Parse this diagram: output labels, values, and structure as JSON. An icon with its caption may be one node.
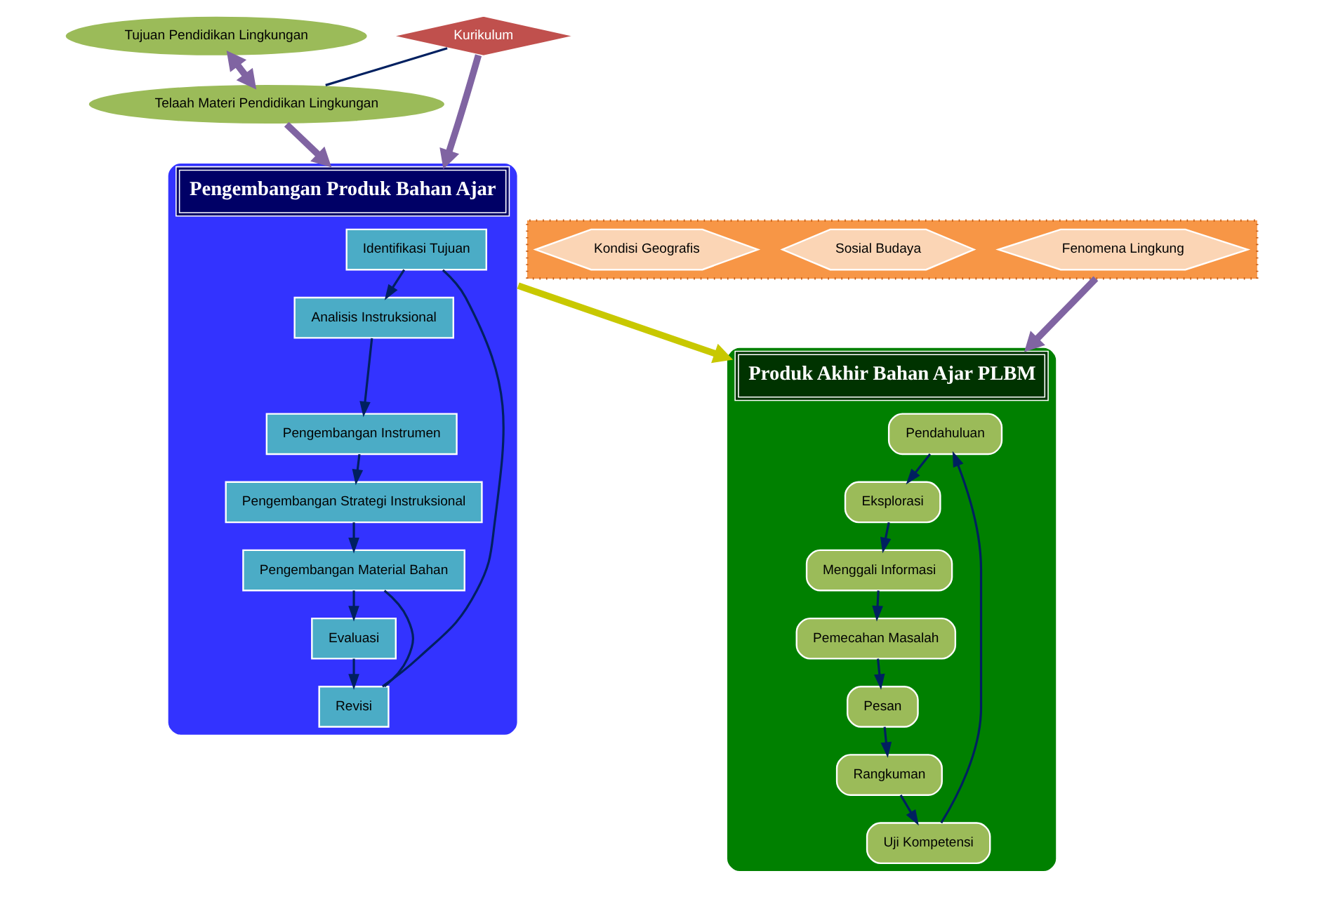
{
  "diagram": {
    "nodes": [
      {
        "text": [
          "Tujuan Pendidikan Lingkungan"
        ]
      },
      {
        "text": [
          "Telaah Materi Pendidikan Lingkungan"
        ]
      },
      {
        "text": [
          "Kurikulum"
        ]
      },
      {
        "text": [
          "Pengembangan Produk Bahan Ajar"
        ]
      },
      {
        "text": [
          "Identifikasi Tujuan"
        ],
        "in": 3
      },
      {
        "text": [
          "Analisis Instruksional"
        ],
        "in": 3
      },
      {
        "text": [
          "Pengembangan Instrumen"
        ],
        "in": 3
      },
      {
        "text": [
          "Pengembangan Strategi Instruksional"
        ],
        "in": 3
      },
      {
        "text": [
          "Pengembangan Material Bahan"
        ],
        "in": 3
      },
      {
        "text": [
          "Revisi"
        ],
        "in": 3
      },
      {
        "text": [
          "Evaluasi"
        ],
        "in": 3
      },
      {
        "text": [],
        "shape": "trapezium"
      },
      {
        "text": [
          "Fenomena Lingkung"
        ],
        "in": 11
      },
      {
        "text": [
          "Sosial Budaya"
        ],
        "in": 11
      },
      {
        "text": [
          "Kondisi Geografis"
        ],
        "in": 11
      },
      {
        "text": [
          "Produk Akhir Bahan Ajar PLBM"
        ]
      },
      {
        "text": [
          "Pendahuluan"
        ],
        "in": 15
      },
      {
        "text": [
          "Eksplorasi"
        ],
        "in": 15
      },
      {
        "text": [
          "Uji Kompetensi"
        ],
        "in": 15
      },
      {
        "text": [
          "Menggali Informasi"
        ],
        "in": 15
      },
      {
        "text": [
          "Rangkuman"
        ],
        "in": 15
      },
      {
        "text": [
          "Pemecahan Masalah"
        ],
        "in": 15
      },
      {
        "text": [
          "Pesan"
        ],
        "in": 15
      }
    ],
    "edges": [
      {
        "from": 0,
        "to": 1,
        "arrow": "both",
        "style": "thick",
        "color": "#8064a2"
      },
      {
        "from": 1,
        "to": 3,
        "arrow": "to",
        "style": "thick",
        "color": "#8064a2"
      },
      {
        "from": 2,
        "to": 1,
        "arrow": "none"
      },
      {
        "from": 2,
        "to": 3,
        "arrow": "to",
        "style": "thick",
        "color": "#8064a2"
      },
      {
        "from": 3,
        "to": 15,
        "arrow": "to",
        "style": "thick",
        "color": "#c8c800"
      },
      {
        "from": 11,
        "to": 15,
        "arrow": "to",
        "style": "thick",
        "color": "#8064a2"
      },
      {
        "from": 4,
        "to": 5,
        "arrow": "to"
      },
      {
        "from": 5,
        "to": 6,
        "arrow": "to"
      },
      {
        "from": 6,
        "to": 7,
        "arrow": "to"
      },
      {
        "from": 7,
        "to": 8,
        "arrow": "to"
      },
      {
        "from": 8,
        "to": 10,
        "arrow": "to"
      },
      {
        "from": 10,
        "to": 9,
        "arrow": "to"
      },
      {
        "from": 9,
        "to": 4,
        "arrow": "none"
      },
      {
        "from": 9,
        "to": 8,
        "arrow": "none"
      },
      {
        "from": 16,
        "to": 17,
        "arrow": "to"
      },
      {
        "from": 17,
        "to": 19,
        "arrow": "to"
      },
      {
        "from": 19,
        "to": 21,
        "arrow": "to"
      },
      {
        "from": 21,
        "to": 22,
        "arrow": "to"
      },
      {
        "from": 22,
        "to": 20,
        "arrow": "to"
      },
      {
        "from": 20,
        "to": 18,
        "arrow": "to"
      },
      {
        "from": 18,
        "to": 16,
        "arrow": "to"
      }
    ]
  }
}
